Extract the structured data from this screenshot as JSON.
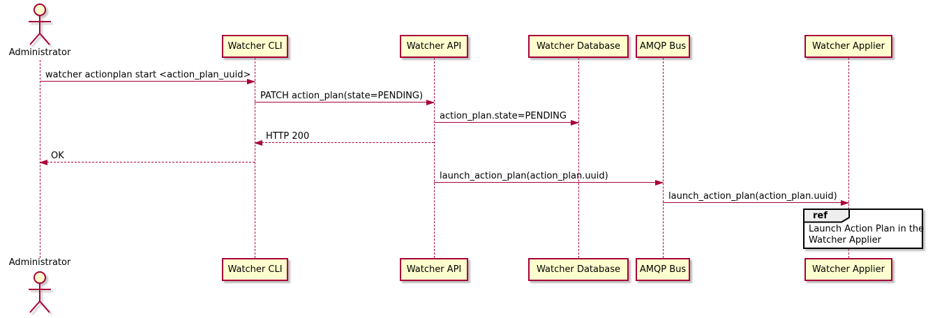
{
  "diagram": {
    "type": "sequence",
    "actor": {
      "label": "Administrator"
    },
    "participants": [
      {
        "label": "Watcher CLI"
      },
      {
        "label": "Watcher API"
      },
      {
        "label": "Watcher Database"
      },
      {
        "label": "AMQP Bus"
      },
      {
        "label": "Watcher Applier"
      }
    ],
    "messages": [
      {
        "label": "watcher actionplan start <action_plan_uuid>",
        "from": "Administrator",
        "to": "Watcher CLI",
        "line": "solid",
        "direction": "right"
      },
      {
        "label": "PATCH action_plan(state=PENDING)",
        "from": "Watcher CLI",
        "to": "Watcher API",
        "line": "solid",
        "direction": "right"
      },
      {
        "label": "action_plan.state=PENDING",
        "from": "Watcher API",
        "to": "Watcher Database",
        "line": "solid",
        "direction": "right"
      },
      {
        "label": "HTTP 200",
        "from": "Watcher API",
        "to": "Watcher CLI",
        "line": "dashed",
        "direction": "left"
      },
      {
        "label": "OK",
        "from": "Watcher CLI",
        "to": "Administrator",
        "line": "dashed",
        "direction": "left"
      },
      {
        "label": "launch_action_plan(action_plan.uuid)",
        "from": "Watcher API",
        "to": "AMQP Bus",
        "line": "solid",
        "direction": "right"
      },
      {
        "label": "launch_action_plan(action_plan.uuid)",
        "from": "AMQP Bus",
        "to": "Watcher Applier",
        "line": "solid",
        "direction": "right"
      }
    ],
    "ref": {
      "keyword": "ref",
      "over": "Watcher Applier",
      "lines": [
        "Launch Action Plan in the",
        "Watcher Applier"
      ]
    },
    "colors": {
      "participant_fill": "#FEFECE",
      "stroke": "#A80036",
      "ref_border": "#000000",
      "ref_header_fill": "#EEEEEE",
      "text": "#000000",
      "background": "#FFFFFF"
    }
  }
}
